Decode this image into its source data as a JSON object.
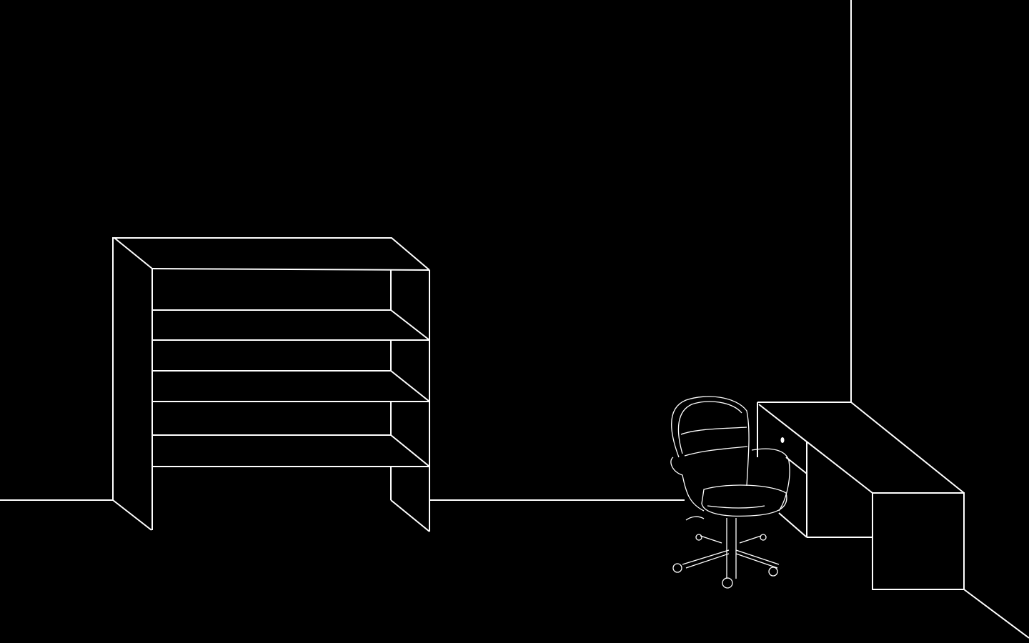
{
  "scene": {
    "background_color": "#000000",
    "line_color": "#ffffff",
    "objects": [
      "bookshelf",
      "office-chair",
      "desk"
    ]
  }
}
